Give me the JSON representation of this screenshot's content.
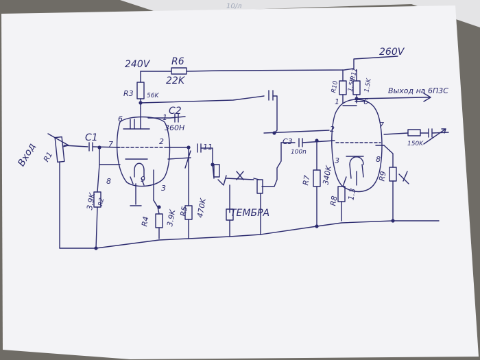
{
  "labels": {
    "v240": "240V",
    "v260": "260V",
    "r6": "R6",
    "r6_val": "22K",
    "r3": "R3",
    "r3_val": "56K",
    "c2": "C2",
    "c2_val": "360H",
    "pin6_left": "6",
    "pin1_left": "1",
    "pin7_left": "7",
    "pin2_left": "2",
    "pin8_left": "8",
    "pin9_left": "9",
    "pin3_left": "3",
    "pin11": "11",
    "c1": "C1",
    "vhod": "Вход",
    "r1": "R1",
    "r2_val": "3.9K",
    "r2": "R2",
    "r4": "R4",
    "r4_val": "3.9K",
    "r5": "R5",
    "r5_val": "470K",
    "tembra": "ТЕМБРА",
    "c3": "C3",
    "c3_val": "100n",
    "r10": "R10",
    "r10_val": "1.5K",
    "r11": "R11",
    "r11_val": "1.5K",
    "vyhod": "Выход на 6П3С",
    "pin1_right": "1",
    "pin6_right": "6",
    "pin2_right": "2",
    "pin7_right": "7",
    "pin3_right": "3",
    "pin8_right": "8",
    "r7": "R7",
    "r7_val": "340K",
    "r8": "R8",
    "r8_val": "1.3",
    "r9": "R9",
    "r_out_val": "150K",
    "corner_text": "10/л"
  },
  "colors": {
    "paper": "#f3f3f6",
    "ink": "#2b2a6e",
    "background": "#6f6c66"
  }
}
